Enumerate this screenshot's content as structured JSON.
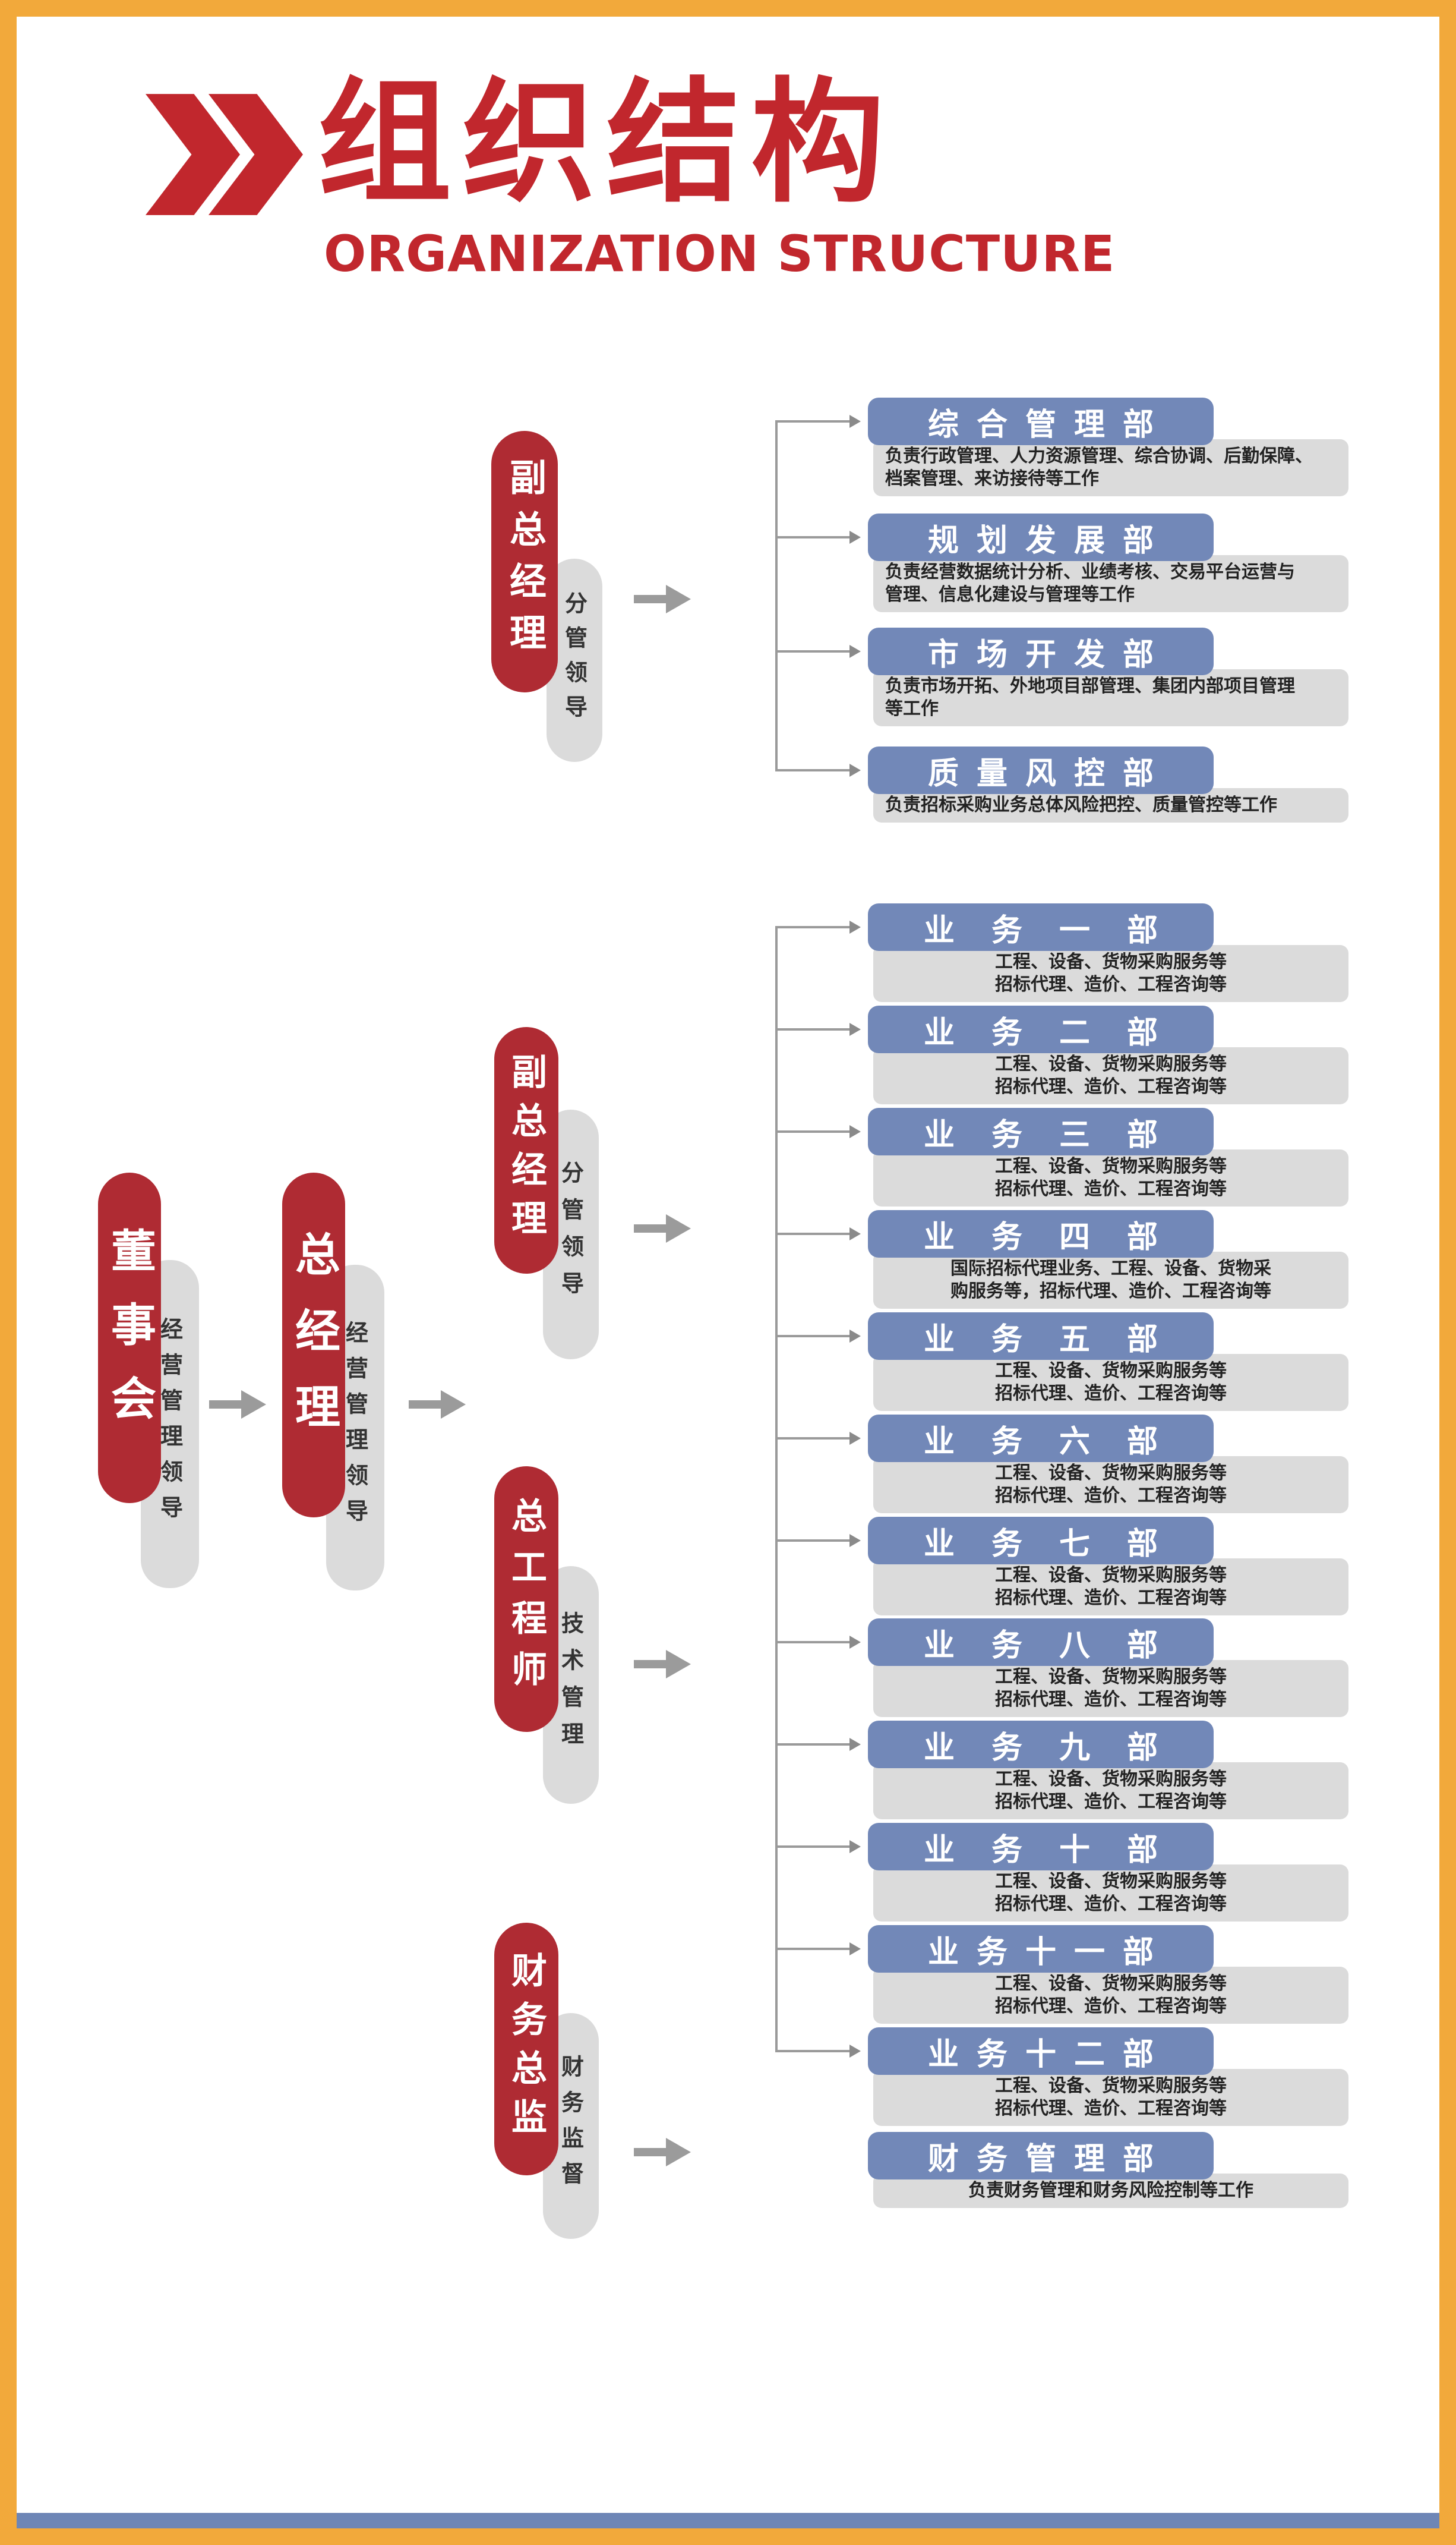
{
  "page": {
    "frame_color": "#F2A93B",
    "background": "#FFFFFF",
    "bottom_bar_color": "#6E86B6"
  },
  "header": {
    "title": "组织结构",
    "subtitle": "ORGANIZATION STRUCTURE",
    "title_color": "#C1272D",
    "icon": "double-chevron-right-icon"
  },
  "colors": {
    "leader_pill": "#AF2B33",
    "role_pill": "#DBDBDB",
    "dept_pill": "#7288B8",
    "desc_box": "#DBDBDB",
    "arrow": "#9B9B9B",
    "line": "#9A9A9A"
  },
  "leaders": {
    "board": {
      "label": "董事会",
      "role": "经营管理领导"
    },
    "gm": {
      "label": "总经理",
      "role": "经营管理领导"
    },
    "vp_top": {
      "label": "副总经理",
      "role": "分管领导"
    },
    "vp_mid": {
      "label": "副总经理",
      "role": "分管领导"
    },
    "chief_engineer": {
      "label": "总工程师",
      "role": "技术管理"
    },
    "cfo": {
      "label": "财务总监",
      "role": "财务监督"
    }
  },
  "admin_departments": [
    {
      "name": "综合管理部",
      "desc": "负责行政管理、人力资源管理、综合协调、后勤保障、\n档案管理、来访接待等工作"
    },
    {
      "name": "规划发展部",
      "desc": "负责经营数据统计分析、业绩考核、交易平台运营与\n管理、信息化建设与管理等工作"
    },
    {
      "name": "市场开发部",
      "desc": "负责市场开拓、外地项目部管理、集团内部项目管理\n等工作"
    },
    {
      "name": "质量风控部",
      "desc": "负责招标采购业务总体风险把控、质量管控等工作"
    }
  ],
  "business_departments": [
    {
      "name": "业务一部",
      "desc": "工程、设备、货物采购服务等\n招标代理、造价、工程咨询等"
    },
    {
      "name": "业务二部",
      "desc": "工程、设备、货物采购服务等\n招标代理、造价、工程咨询等"
    },
    {
      "name": "业务三部",
      "desc": "工程、设备、货物采购服务等\n招标代理、造价、工程咨询等"
    },
    {
      "name": "业务四部",
      "desc": "国际招标代理业务、工程、设备、货物采\n购服务等，招标代理、造价、工程咨询等"
    },
    {
      "name": "业务五部",
      "desc": "工程、设备、货物采购服务等\n招标代理、造价、工程咨询等"
    },
    {
      "name": "业务六部",
      "desc": "工程、设备、货物采购服务等\n招标代理、造价、工程咨询等"
    },
    {
      "name": "业务七部",
      "desc": "工程、设备、货物采购服务等\n招标代理、造价、工程咨询等"
    },
    {
      "name": "业务八部",
      "desc": "工程、设备、货物采购服务等\n招标代理、造价、工程咨询等"
    },
    {
      "name": "业务九部",
      "desc": "工程、设备、货物采购服务等\n招标代理、造价、工程咨询等"
    },
    {
      "name": "业务十部",
      "desc": "工程、设备、货物采购服务等\n招标代理、造价、工程咨询等"
    },
    {
      "name": "业务十一部",
      "desc": "工程、设备、货物采购服务等\n招标代理、造价、工程咨询等"
    },
    {
      "name": "业务十二部",
      "desc": "工程、设备、货物采购服务等\n招标代理、造价、工程咨询等"
    }
  ],
  "finance_department": {
    "name": "财务管理部",
    "desc": "负责财务管理和财务风险控制等工作"
  }
}
